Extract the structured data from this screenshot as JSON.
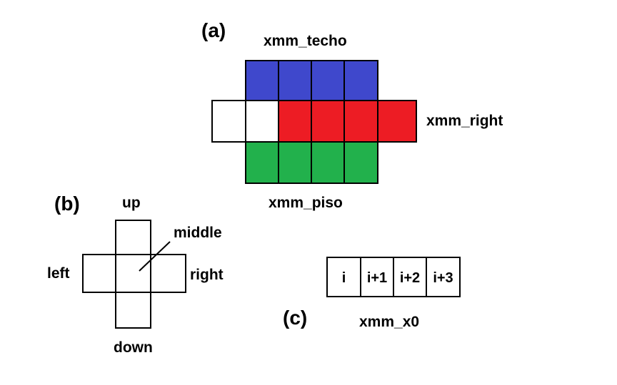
{
  "colors": {
    "techo": "#3f48cc",
    "right": "#ed1c24",
    "piso": "#22b14c",
    "empty": "#ffffff",
    "stroke": "#000000"
  },
  "panel_a": {
    "label": "(a)",
    "techo_label": "xmm_techo",
    "right_label": "xmm_right",
    "piso_label": "xmm_piso"
  },
  "panel_b": {
    "label": "(b)",
    "up": "up",
    "down": "down",
    "left": "left",
    "right": "right",
    "middle": "middle"
  },
  "panel_c": {
    "label": "(c)",
    "register_label": "xmm_x0",
    "cells": [
      "i",
      "i+1",
      "i+2",
      "i+3"
    ]
  }
}
